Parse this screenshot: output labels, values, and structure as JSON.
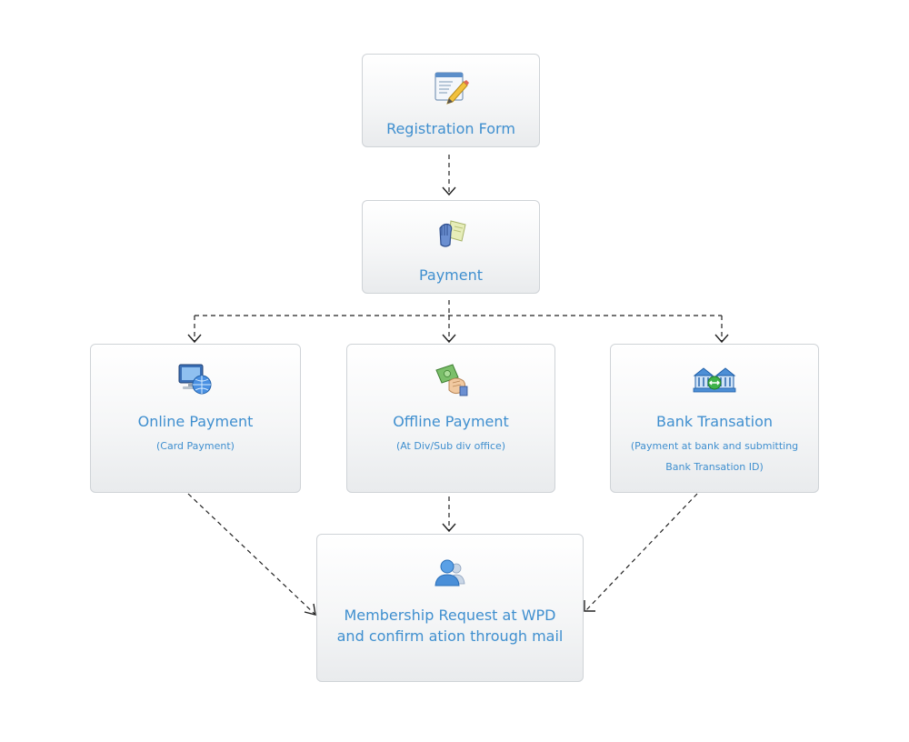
{
  "diagram": {
    "nodes": {
      "registration": {
        "title": "Registration Form",
        "icon": "form-edit-icon"
      },
      "payment": {
        "title": "Payment",
        "icon": "payment-hand-icon"
      },
      "online": {
        "title": "Online Payment",
        "subtitle": "(Card Payment)",
        "icon": "computer-globe-icon"
      },
      "offline": {
        "title": "Offline Payment",
        "subtitle": "(At Div/Sub div office)",
        "icon": "cash-hand-icon"
      },
      "bank": {
        "title": "Bank Transation",
        "subtitle_line1": "(Payment at bank and submitting",
        "subtitle_line2": "Bank Transation ID)",
        "icon": "bank-icon"
      },
      "membership": {
        "title_line1": "Membership Request at WPD",
        "title_line2": "and confirm ation through mail",
        "icon": "user-icon"
      }
    },
    "connectors": [
      {
        "from": "Registration Form",
        "to": "Payment",
        "style": "dashed"
      },
      {
        "from": "Payment",
        "to": "Online Payment",
        "style": "dashed"
      },
      {
        "from": "Payment",
        "to": "Offline Payment",
        "style": "dashed"
      },
      {
        "from": "Payment",
        "to": "Bank Transation",
        "style": "dashed"
      },
      {
        "from": "Online Payment",
        "to": "Membership Request at WPD",
        "style": "dashed"
      },
      {
        "from": "Offline Payment",
        "to": "Membership Request at WPD",
        "style": "dashed"
      },
      {
        "from": "Bank Transation",
        "to": "Membership Request at WPD",
        "style": "dashed"
      }
    ],
    "colors": {
      "text": "#3f8fcf",
      "border": "#cfd3d7",
      "connector": "#222222"
    }
  }
}
